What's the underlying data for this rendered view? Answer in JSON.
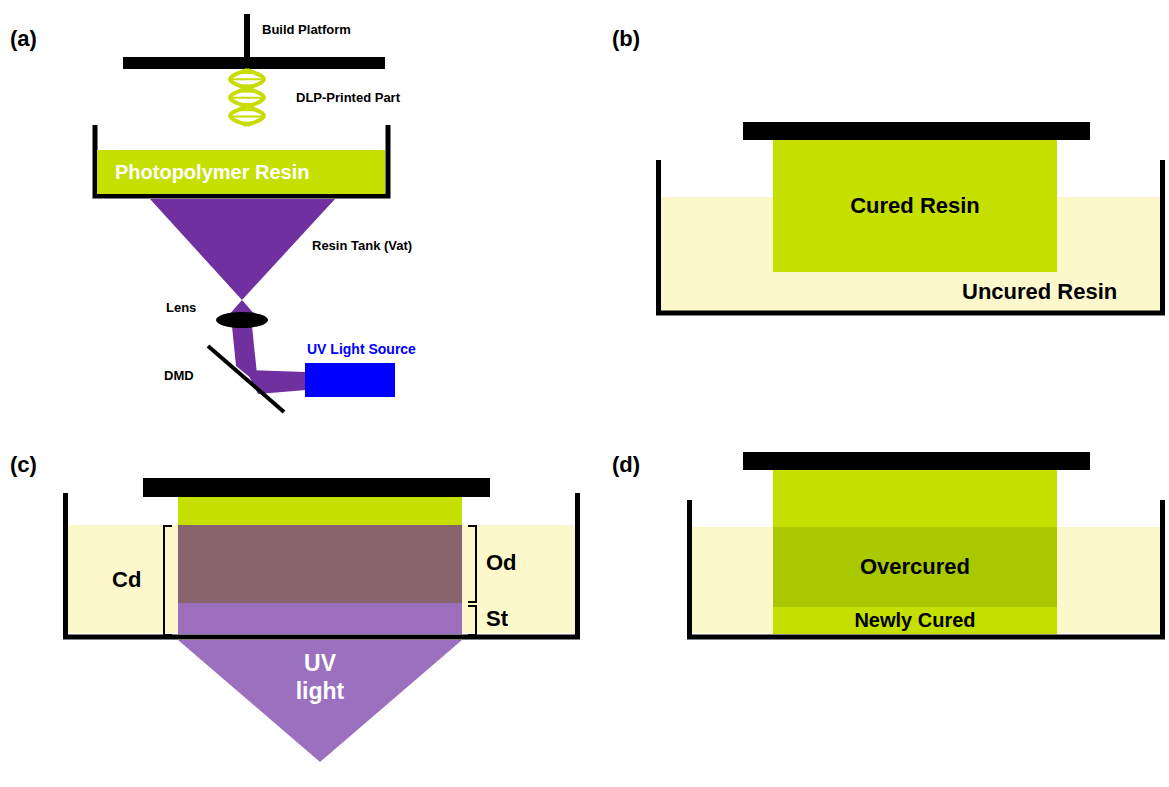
{
  "diagram": {
    "nodes": [
      {
        "text": [
          "Photopolymer Resin"
        ]
      },
      {
        "text": [
          "UV Light Source"
        ]
      },
      {
        "text": [
          "Cured Resin"
        ]
      },
      {
        "text": [
          "UV light"
        ]
      },
      {
        "text": [
          "Overcured"
        ]
      },
      {
        "text": [
          "Newly Cured"
        ]
      }
    ],
    "labels": [
      "(a)",
      "Build Platform",
      "DLP-Printed Part",
      "Resin Tank (Vat)",
      "Lens",
      "DMD",
      "(b)",
      "Uncured Resin",
      "(c)",
      "Cd",
      "Od",
      "St",
      "(d)"
    ]
  }
}
